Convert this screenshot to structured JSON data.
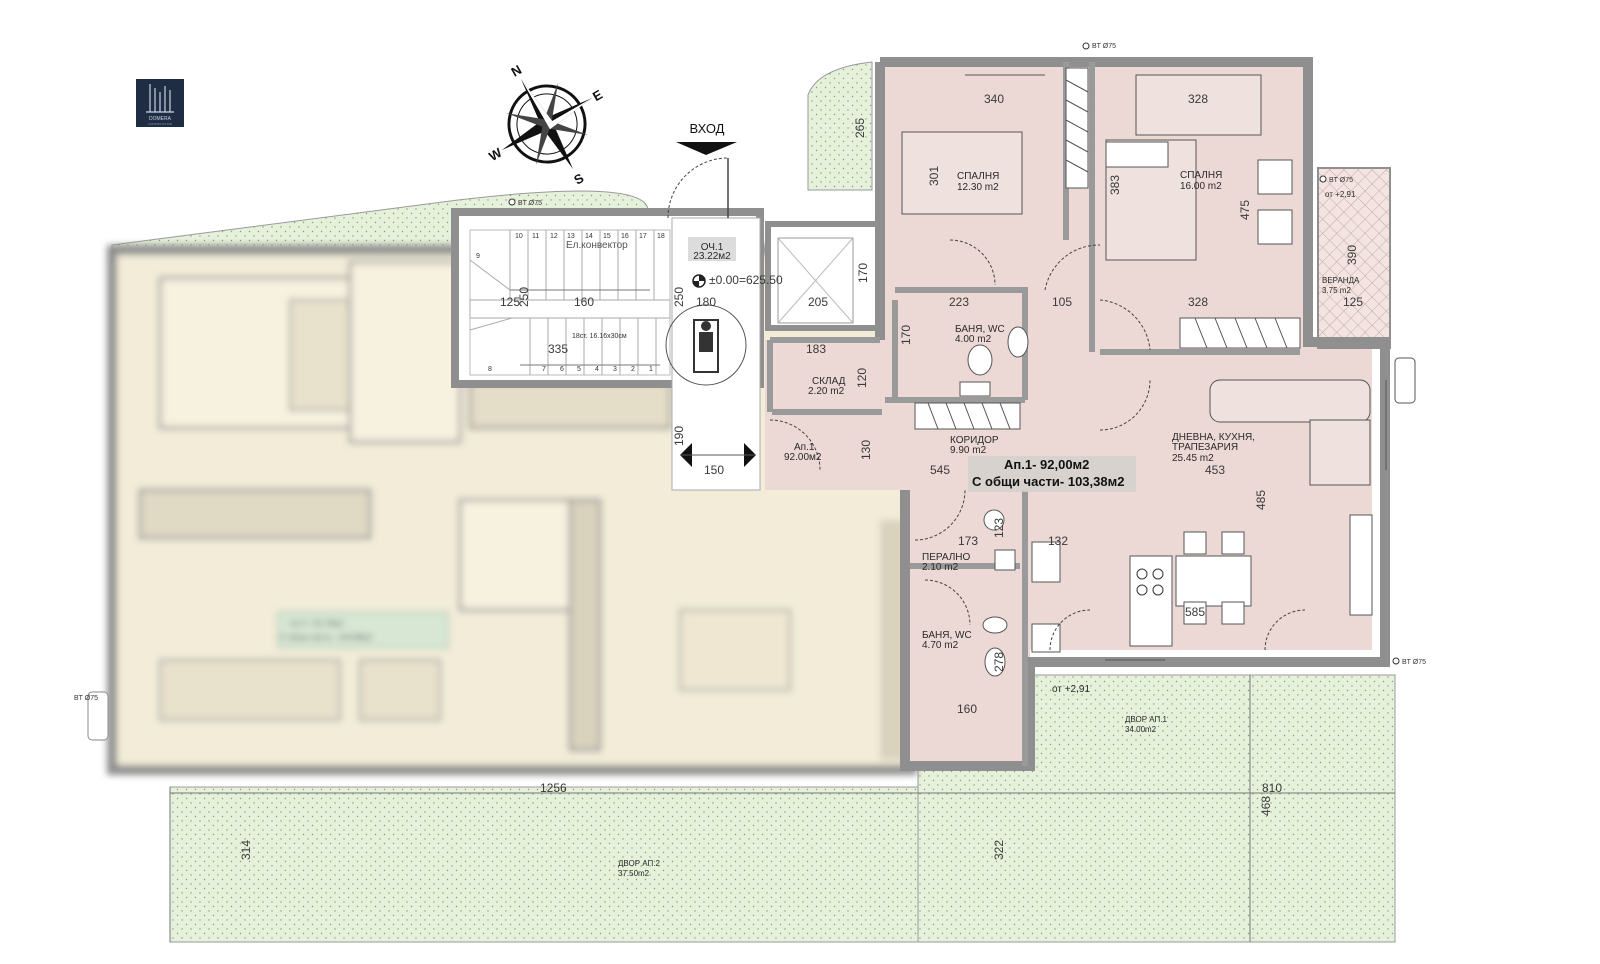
{
  "logo": {
    "text": "DOMERA",
    "subtext": "CONSTRUCTION"
  },
  "compass": {
    "n": "N",
    "e": "E",
    "s": "S",
    "w": "W"
  },
  "entrance": {
    "label": "ВХОД"
  },
  "pipes": {
    "top": "BT Ø75",
    "left_top": "BT Ø75",
    "right_veranda": "BT Ø75",
    "right_mid": "BT Ø75",
    "far_left": "BT Ø75"
  },
  "stair": {
    "steps_top": [
      "10",
      "11",
      "12",
      "13",
      "14",
      "15",
      "16",
      "17",
      "18"
    ],
    "steps_bottom": [
      "8",
      "7",
      "6",
      "5",
      "4",
      "3",
      "2",
      "1"
    ],
    "step_9": "9",
    "convector": "Ел.конвектор",
    "spec": "18ст. 16.16х30см",
    "common_name": "ОЧ.1",
    "common_area": "23.22м2",
    "level": "±0.00=625.50"
  },
  "rooms": {
    "bedroom1": {
      "name": "СПАЛНЯ",
      "area": "12.30 m2"
    },
    "bedroom2": {
      "name": "СПАЛНЯ",
      "area": "16.00 m2"
    },
    "veranda": {
      "name": "ВЕРАНДА",
      "area": "3.75 m2"
    },
    "bath1": {
      "name": "БАНЯ, WC",
      "area": "4.00 m2"
    },
    "storage": {
      "name": "СКЛАД",
      "area": "2.20 m2"
    },
    "corridor": {
      "name": "КОРИДОР",
      "area": "9.90 m2"
    },
    "apt_entry": {
      "name": "Ап.1",
      "area": "92.00м2"
    },
    "living": {
      "name1": "ДНЕВНА, КУХНЯ,",
      "name2": "ТРАПЕЗАРИЯ",
      "area": "25.45 m2"
    },
    "laundry": {
      "name": "ПЕРАЛНО",
      "area": "2.10 m2"
    },
    "bath2": {
      "name": "БАНЯ, WC",
      "area": "4.70 m2"
    },
    "yard1": {
      "name": "ДВОР АП.1",
      "area": "34.00m2"
    },
    "yard2": {
      "name": "ДВОР АП.2",
      "area": "37.50m2"
    }
  },
  "summary": {
    "line1": "Ап.1-  92,00м2",
    "line2": "С общи части- 103,38м2"
  },
  "levels": {
    "veranda": "от +2,91",
    "yard": "от +2,91"
  },
  "dims": {
    "d340": "340",
    "d328a": "328",
    "d265": "265",
    "d301": "301",
    "d383": "383",
    "d475": "475",
    "d390": "390",
    "d125b": "125",
    "d223": "223",
    "d105": "105",
    "d328b": "328",
    "d170a": "170",
    "d183": "183",
    "d120": "120",
    "d205": "205",
    "d170b": "170",
    "d125a": "125",
    "d160a": "160",
    "d250a": "250",
    "d250b": "250",
    "d180": "180",
    "d335": "335",
    "d190": "190",
    "d150": "150",
    "d130": "130",
    "d545": "545",
    "d453": "453",
    "d485": "485",
    "d173": "173",
    "d123": "123",
    "d132": "132",
    "d585": "585",
    "d278": "278",
    "d160b": "160",
    "d1256": "1256",
    "d810": "810",
    "d468": "468",
    "d314": "314",
    "d322": "322"
  },
  "apt2": {
    "line1": "Ап.2 - 91,78м2",
    "line2": "С общи части - 103,88м2"
  },
  "colors": {
    "interior": "#ecd9d6",
    "yard": "#e6f1dc",
    "wall": "#9a9a9a",
    "apt2_tint": "#f2ecd8"
  }
}
